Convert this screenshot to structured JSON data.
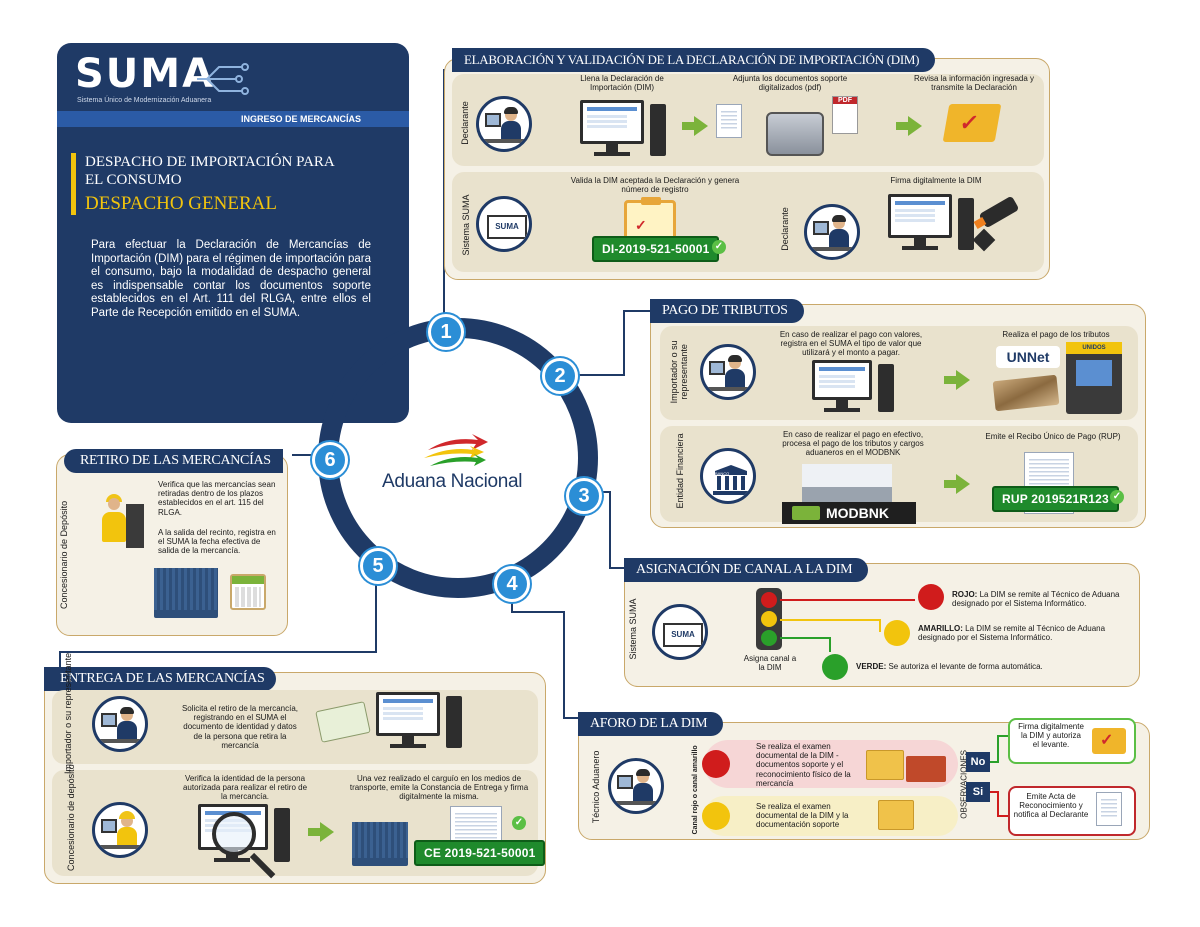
{
  "left_panel": {
    "logo_text": "SUMA",
    "logo_subtitle": "Sistema Único de Modernización Aduanera",
    "section_label": "INGRESO DE MERCANCÍAS",
    "title_line1": "DESPACHO DE IMPORTACIÓN PARA",
    "title_line2": "EL CONSUMO",
    "title_highlight": "DESPACHO GENERAL",
    "description": "Para efectuar la Declaración de Mercancías de Importación (DIM) para el régimen de importación para el consumo, bajo la modalidad de despacho general es indispensable contar los documentos soporte establecidos en el Art. 111 del RLGA, entre ellos el Parte de Recepción emitido en el SUMA."
  },
  "center": {
    "brand": "Aduana Nacional",
    "steps": [
      "1",
      "2",
      "3",
      "4",
      "5",
      "6"
    ]
  },
  "step1": {
    "title": "ELABORACIÓN Y VALIDACIÓN DE LA DECLARACIÓN DE IMPORTACIÓN (DIM)",
    "role_top": "Declarante",
    "role_bottom": "Sistema SUMA",
    "role_bottom_right": "Declarante",
    "text_fill": "Llena la Declaración de Importación (DIM)",
    "text_attach": "Adjunta los documentos soporte digitalizados (pdf)",
    "pdf_label": "PDF",
    "text_review": "Revisa la información ingresada y transmite la Declaración",
    "text_validate": "Valida la DIM aceptada la Declaración y genera número de registro",
    "text_sign": "Firma digitalmente la DIM",
    "suma_mini": "SUMA",
    "registration": "DI-2019-521-50001"
  },
  "step2": {
    "title": "PAGO DE TRIBUTOS",
    "role_top": "Importador o su representante",
    "role_bottom": "Entidad Financiera",
    "text_values": "En caso de realizar el pago con valores, registra en el SUMA el tipo de valor que utilizará y el monto a pagar.",
    "text_pay": "Realiza el pago de los tributos",
    "text_cash": "En caso de realizar el pago en efectivo, procesa el pago de los tributos y cargos aduaneros en el MODBNK",
    "text_receipt": "Emite el Recibo Único de Pago (RUP)",
    "bank_label": "BANCO",
    "unnet_label": "UNNet",
    "atm_label": "UNIDOS",
    "modbnk_label": "MODBNK",
    "rup": "RUP 2019521R123"
  },
  "step3": {
    "title": "ASIGNACIÓN DE CANAL A LA DIM",
    "role": "Sistema SUMA",
    "suma_mini": "SUMA",
    "assign": "Asigna canal a la DIM",
    "red_label": "ROJO:",
    "red_text": "La DIM se remite al Técnico de Aduana designado por el Sistema Informático.",
    "yellow_label": "AMARILLO:",
    "yellow_text": "La DIM se remite al Técnico de Aduana designado por el Sistema Informático.",
    "green_label": "VERDE:",
    "green_text": "Se autoriza el levante de forma automática.",
    "colors": {
      "red": "#d01c1c",
      "yellow": "#f2c40d",
      "green": "#2aa02a"
    }
  },
  "step4": {
    "title": "AFORO DE LA DIM",
    "role": "Técnico Aduanero",
    "channel_label": "Canal rojo o canal amarillo",
    "red_text": "Se realiza el examen documental de la DIM - documentos soporte y el reconocimiento físico de la mercancía",
    "yellow_text": "Se realiza el examen documental de la DIM y la documentación soporte",
    "observations": "OBSERVACIONES",
    "no": "No",
    "si": "Si",
    "no_text": "Firma digitalmente la DIM y autoriza el levante.",
    "si_text": "Emite Acta de Reconocimiento y notifica al Declarante"
  },
  "step5": {
    "title": "ENTREGA DE LAS MERCANCÍAS",
    "role_top": "Importador o su representante",
    "role_bottom": "Concesionario de depósito",
    "text_request": "Solicita el retiro de la mercancía, registrando en el SUMA el documento de identidad y datos de la persona que retira la mercancía",
    "text_verify": "Verifica la identidad de la persona autorizada para realizar el retiro de la mercancía.",
    "text_load": "Una vez realizado el carguío en los medios de transporte, emite la Constancia de Entrega y firma digitalmente la misma.",
    "certificate": "CE 2019-521-50001"
  },
  "step6": {
    "title": "RETIRO DE LAS MERCANCÍAS",
    "role": "Concesionario de Depósito",
    "text_verify": "Verifica que las mercancías sean retiradas dentro de los plazos establecidos en el art. 115 del RLGA.",
    "text_register": "A la salida del recinto, registra en el SUMA la fecha efectiva de salida de la mercancía."
  }
}
